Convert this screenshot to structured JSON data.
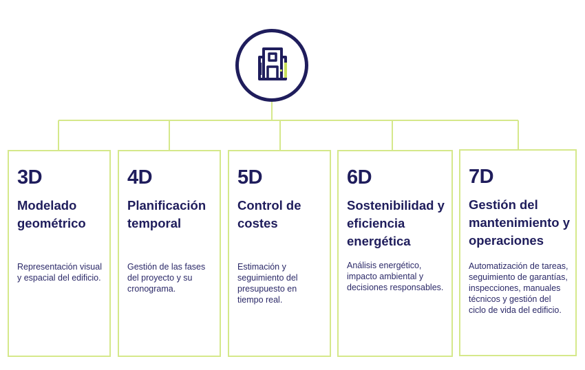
{
  "colors": {
    "navy": "#1f1d5c",
    "lime": "#d5e88a",
    "lime_accent": "#c8e05a"
  },
  "hub": {
    "icon": "building-icon"
  },
  "cards": [
    {
      "code": "3D",
      "title": "Modelado geométrico",
      "description": "Representación visual y espacial del edificio."
    },
    {
      "code": "4D",
      "title": "Planificación temporal",
      "description": "Gestión de las fases del proyecto y su cronograma."
    },
    {
      "code": "5D",
      "title": "Control de costes",
      "description": "Estimación y seguimiento del presupuesto en tiempo real."
    },
    {
      "code": "6D",
      "title": "Sostenibilidad y eficiencia energética",
      "description": "Análisis energético, impacto ambiental y decisiones responsables."
    },
    {
      "code": "7D",
      "title": "Gestión del mantenimiento y operaciones",
      "description": "Automatización de tareas, seguimiento de garantías, inspecciones, manuales técnicos y gestión del ciclo de vida del edificio."
    }
  ]
}
